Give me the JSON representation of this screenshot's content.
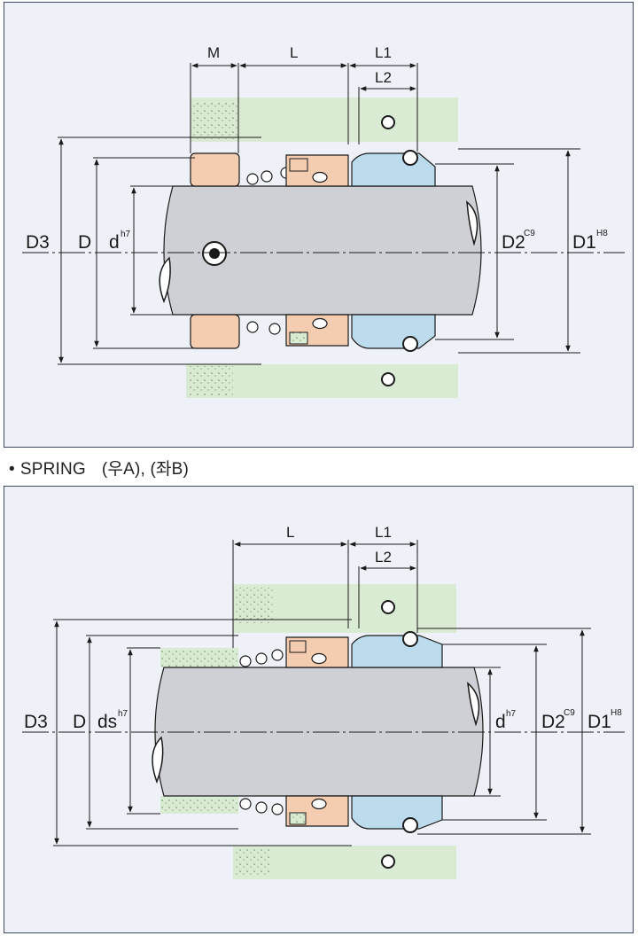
{
  "caption": {
    "bullet": "•",
    "title": "SPRING",
    "note": "(우A), (좌B)"
  },
  "top_diagram": {
    "labels": {
      "m": "M",
      "l": "L",
      "l1": "L1",
      "l2": "L2",
      "d3": "D3",
      "d": "D",
      "d_small": "d",
      "d_small_sup": "h7",
      "d2": "D2",
      "d2_sup": "C9",
      "d1": "D1",
      "d1_sup": "H8"
    }
  },
  "bottom_diagram": {
    "labels": {
      "l": "L",
      "l1": "L1",
      "l2": "L2",
      "d3": "D3",
      "d": "D",
      "ds": "ds",
      "ds_sup": "h7",
      "d_small": "d",
      "d_small_sup": "h7",
      "d2": "D2",
      "d2_sup": "C9",
      "d1": "D1",
      "d1_sup": "H8"
    }
  },
  "colors": {
    "shaft": "#cfd0d6",
    "housing": "#d9ecd3",
    "rotating_ring": "#f4cdb0",
    "stationary_seat": "#bcdcee",
    "panel": "#eef2f8",
    "line": "#1a1a1a"
  }
}
